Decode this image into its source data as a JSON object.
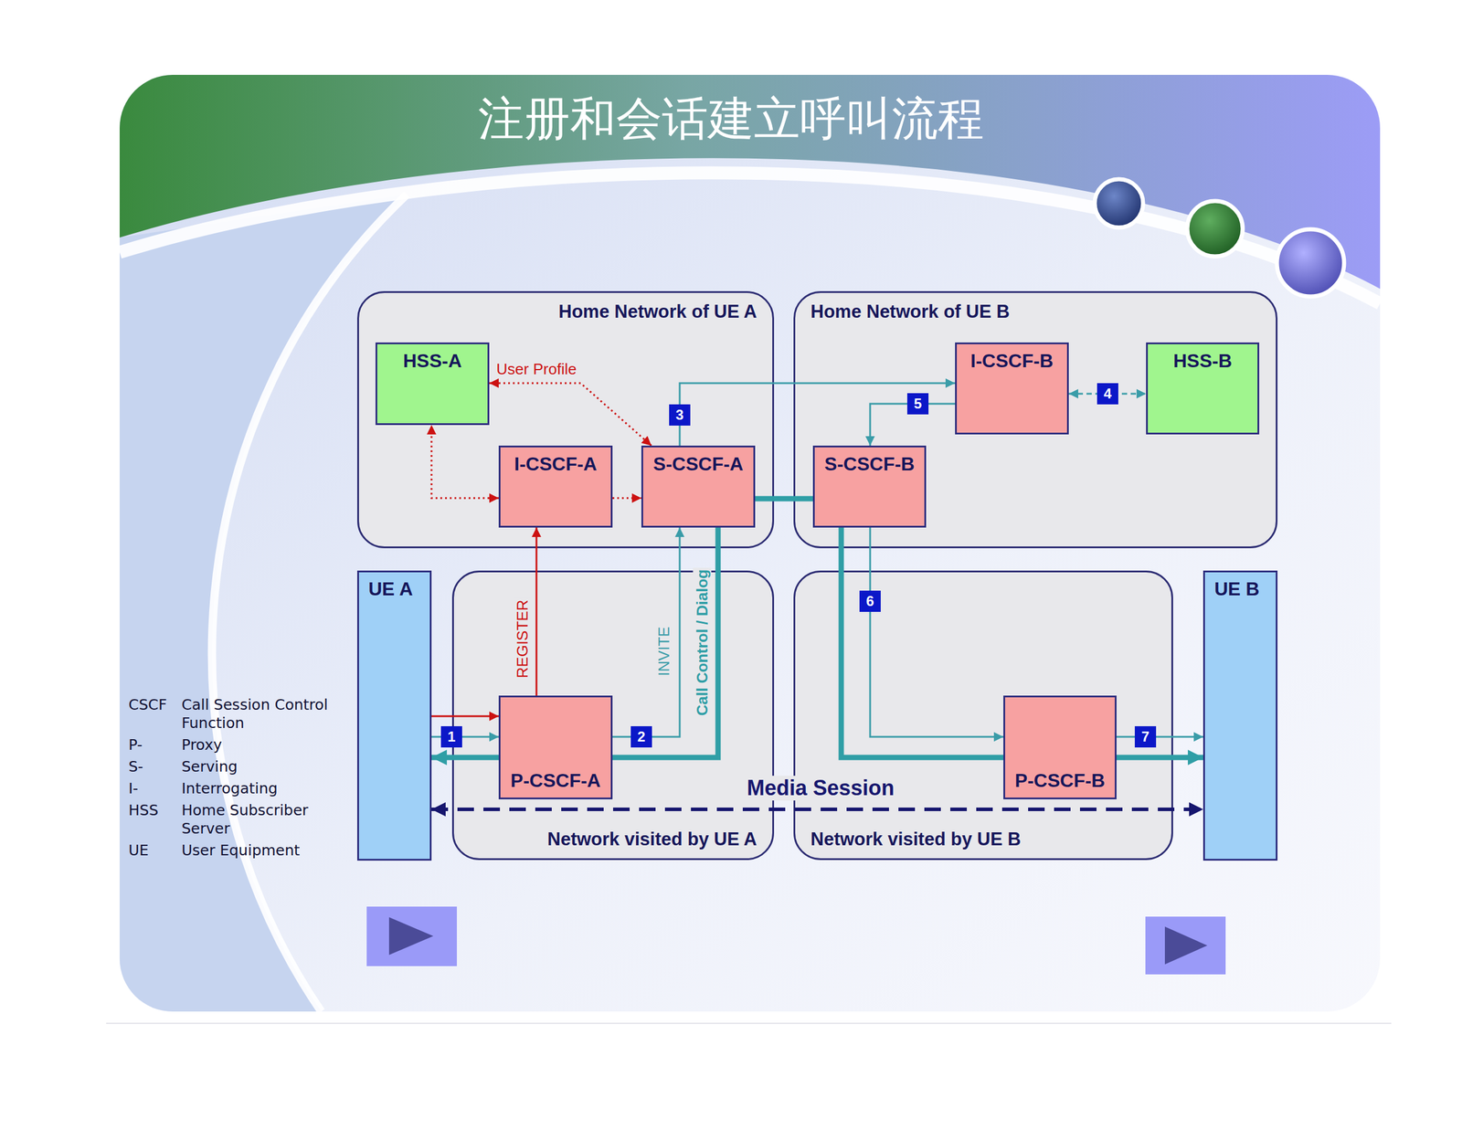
{
  "diagram": {
    "title": "注册和会话建立呼叫流程",
    "nodes": [
      {
        "text": [
          "Home Network of UE A"
        ]
      },
      {
        "text": [
          "HSS-A"
        ],
        "in": 0
      },
      {
        "text": [
          "I-CSCF-A"
        ],
        "in": 0
      },
      {
        "text": [
          "S-CSCF-A"
        ],
        "in": 0
      },
      {
        "text": [
          "Home Network of UE B"
        ]
      },
      {
        "text": [
          "I-CSCF-B"
        ],
        "in": 4
      },
      {
        "text": [
          "HSS-B"
        ],
        "in": 4
      },
      {
        "text": [
          "S-CSCF-B"
        ],
        "in": 4
      },
      {
        "text": [
          "UE A"
        ]
      },
      {
        "text": [
          "Network visited by UE A"
        ]
      },
      {
        "text": [
          "P-CSCF-A"
        ],
        "in": 9
      },
      {
        "text": [
          "Network visited by UE B"
        ]
      },
      {
        "text": [
          "P-CSCF-B"
        ],
        "in": 11
      },
      {
        "text": [
          "UE B"
        ]
      }
    ],
    "edges": [
      {
        "from": 8,
        "to": 10,
        "arrow": "to"
      },
      {
        "from": 10,
        "to": 2,
        "arrow": "to",
        "label": "REGISTER"
      },
      {
        "from": 2,
        "to": 1,
        "arrow": "both"
      },
      {
        "from": 2,
        "to": 3,
        "arrow": "to"
      },
      {
        "from": 1,
        "to": 3,
        "arrow": "both",
        "label": "User Profile"
      },
      {
        "from": 8,
        "to": 10,
        "arrow": "to"
      },
      {
        "from": 10,
        "to": 3,
        "arrow": "to",
        "label": "INVITE"
      },
      {
        "from": 3,
        "to": 5,
        "arrow": "to"
      },
      {
        "from": 5,
        "to": 6,
        "arrow": "both"
      },
      {
        "from": 5,
        "to": 7,
        "arrow": "to"
      },
      {
        "from": 7,
        "to": 12,
        "arrow": "to"
      },
      {
        "from": 12,
        "to": 13,
        "arrow": "to"
      },
      {
        "from": 8,
        "to": 13,
        "arrow": "both",
        "label": "Call Control / Dialog"
      },
      {
        "from": 8,
        "to": 13,
        "arrow": "both",
        "label": "Media Session"
      }
    ],
    "labels": [
      "1",
      "2",
      "3",
      "4",
      "5",
      "6",
      "7",
      "CSCF",
      "Call Session Control Function",
      "P-",
      "Proxy",
      "S-",
      "Serving",
      "I-",
      "Interrogating",
      "HSS",
      "Home Subscriber Server",
      "UE",
      "User Equipment"
    ]
  }
}
